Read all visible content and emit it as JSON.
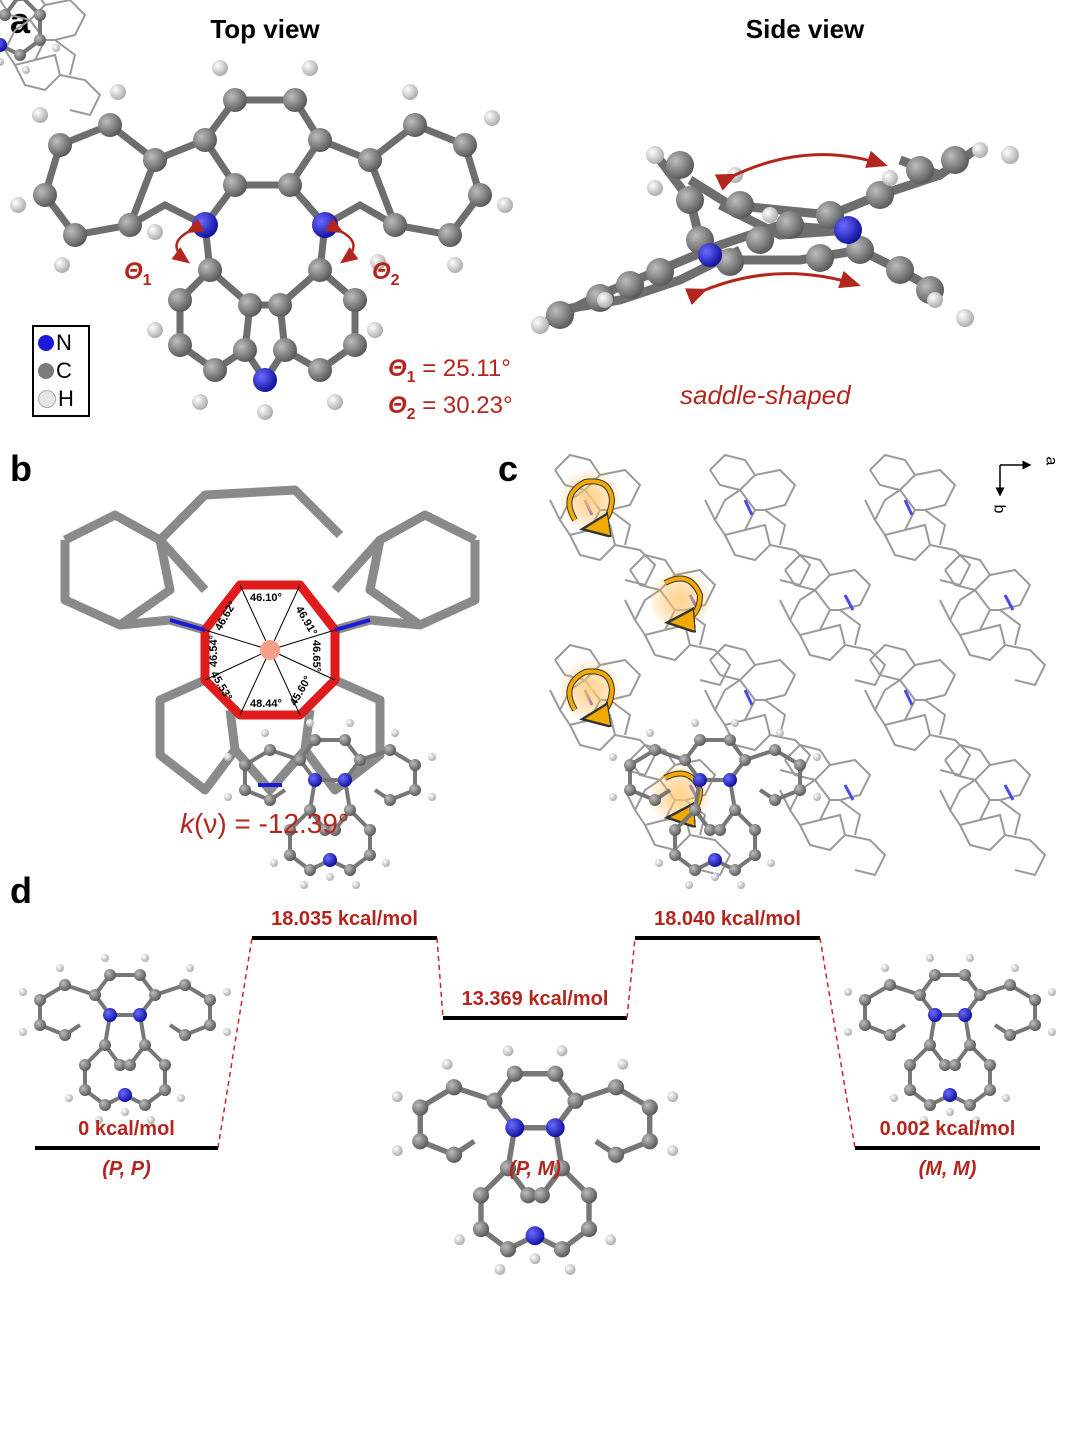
{
  "panels": {
    "a": {
      "letter": "a",
      "top_view_title": "Top view",
      "side_view_title": "Side view",
      "theta1_label": "Θ",
      "theta1_sub": "1",
      "theta2_label": "Θ",
      "theta2_sub": "2",
      "theta1_value": " = 25.11°",
      "theta2_value": " = 30.23°",
      "saddle_label": "saddle-shaped",
      "legend": [
        {
          "symbol": "N",
          "color": "#1a1adc"
        },
        {
          "symbol": "C",
          "color": "#7a7a7a"
        },
        {
          "symbol": "H",
          "color": "#e6e6e6"
        }
      ]
    },
    "b": {
      "letter": "b",
      "angles": [
        "46.10°",
        "46.91°",
        "46.65°",
        "45.60°",
        "48.44°",
        "45.53°",
        "46.54°",
        "46.62°"
      ],
      "kappa_symbol": "k",
      "kappa_rest": "(ν) = -12.39°"
    },
    "c": {
      "letter": "c",
      "axis_a": "a",
      "axis_b": "b"
    },
    "d": {
      "letter": "d",
      "levels": [
        {
          "energy": "0 kcal/mol",
          "conformer": "(P, P)"
        },
        {
          "energy": "18.035 kcal/mol"
        },
        {
          "energy": "13.369 kcal/mol",
          "conformer": "(P, M)"
        },
        {
          "energy": "18.040 kcal/mol"
        },
        {
          "energy": "0.002 kcal/mol",
          "conformer": "(M, M)"
        }
      ]
    }
  }
}
